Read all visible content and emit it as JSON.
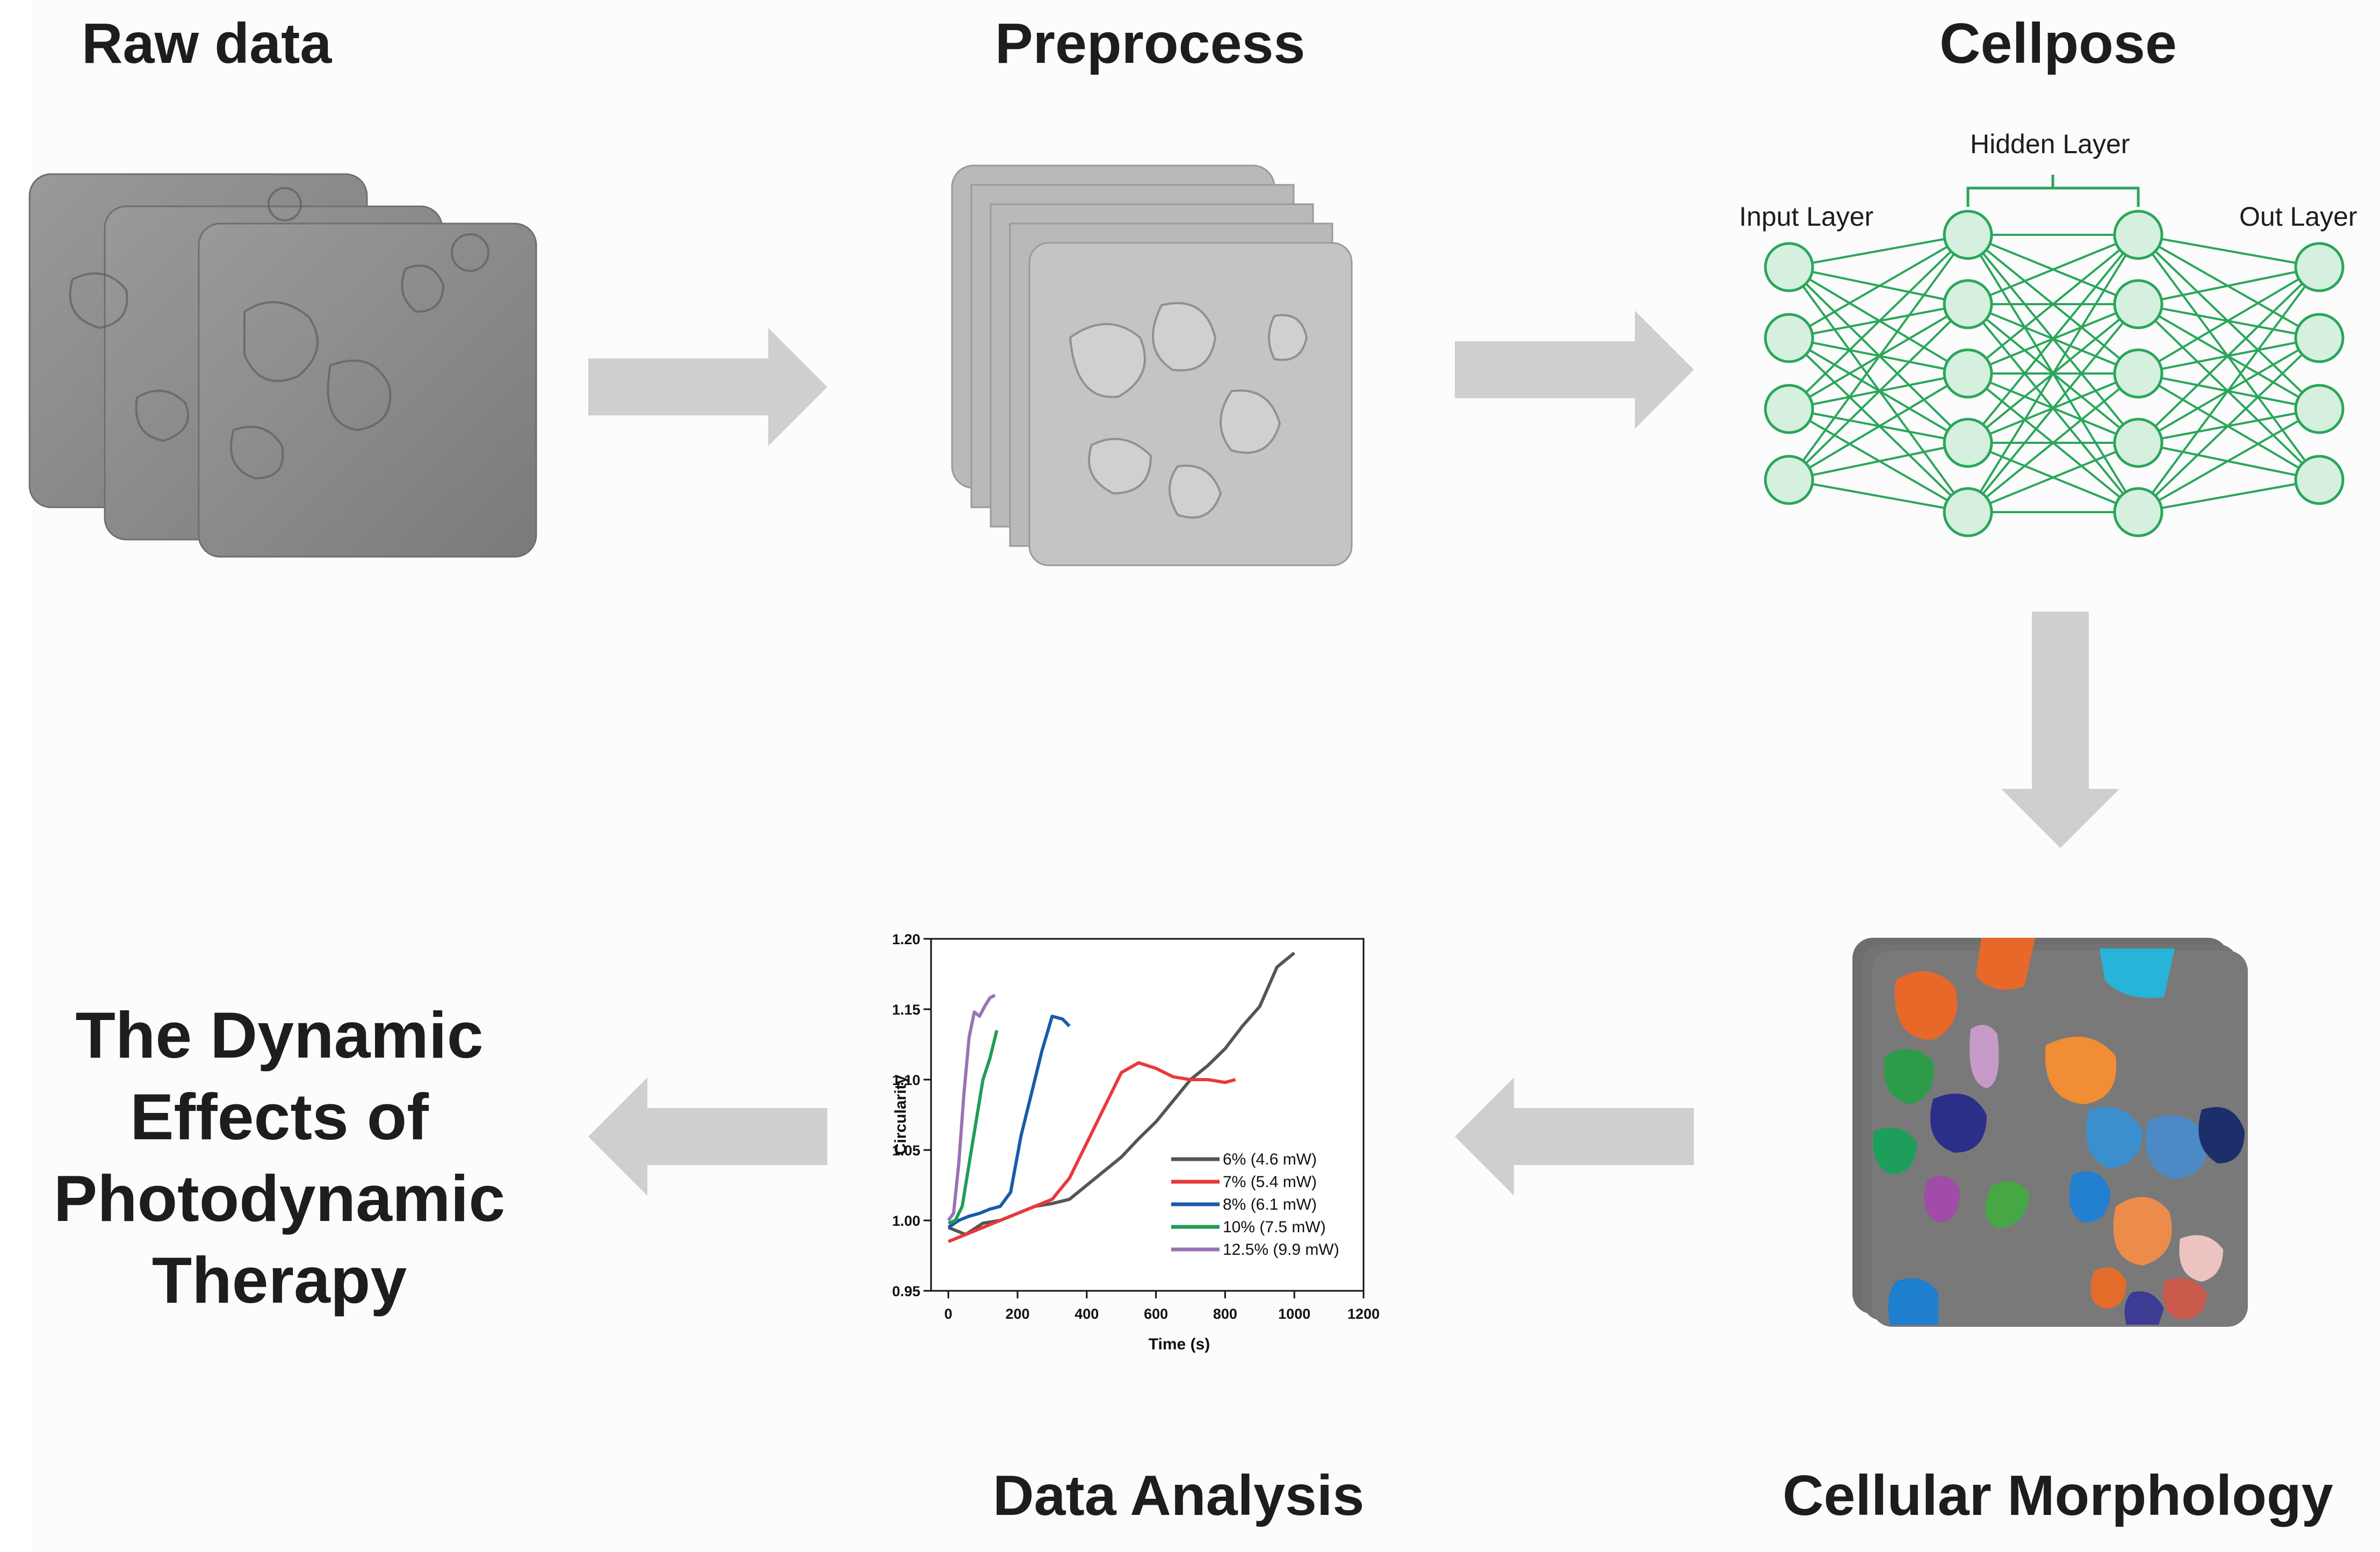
{
  "stages": {
    "raw": "Raw data",
    "preprocess": "Preprocess",
    "cellpose": "Cellpose",
    "morphology": "Cellular Morphology",
    "analysis": "Data Analysis"
  },
  "conclusion": {
    "lines": [
      "The Dynamic",
      "Effects of",
      "Photodynamic",
      "Therapy"
    ]
  },
  "network": {
    "input_label": "Input Layer",
    "hidden_label": "Hidden Layer",
    "output_label": "Out Layer",
    "layer_sizes": [
      4,
      5,
      5,
      4
    ]
  },
  "colors": {
    "arrow": "#cdd0ce",
    "network_line": "#2aa65a",
    "network_node": "#d5f0de",
    "title_text": "#1d1d1b"
  },
  "chart_data": {
    "type": "line",
    "xlabel": "Time (s)",
    "ylabel": "Circularity",
    "xlim": [
      -50,
      1200
    ],
    "ylim": [
      0.95,
      1.2
    ],
    "xticks": [
      0,
      200,
      400,
      600,
      800,
      1000,
      1200
    ],
    "yticks": [
      0.95,
      1.0,
      1.05,
      1.1,
      1.15,
      1.2
    ],
    "tick_labels_x": [
      "0",
      "200",
      "400",
      "600",
      "800",
      "1000",
      "1200"
    ],
    "tick_labels_y": [
      "0.95",
      "1.00",
      "1.05",
      "1.10",
      "1.15",
      "1.20"
    ],
    "legend_position": "lower-right",
    "series": [
      {
        "name": "6% (4.6 mW)",
        "color": "#555555",
        "x": [
          0,
          50,
          100,
          150,
          200,
          250,
          300,
          350,
          400,
          450,
          500,
          550,
          600,
          650,
          700,
          750,
          800,
          850,
          900,
          950,
          1000
        ],
        "y": [
          0.995,
          0.99,
          0.998,
          1.0,
          1.005,
          1.01,
          1.012,
          1.015,
          1.025,
          1.035,
          1.045,
          1.058,
          1.07,
          1.085,
          1.1,
          1.11,
          1.122,
          1.138,
          1.152,
          1.18,
          1.19
        ]
      },
      {
        "name": "7% (5.4 mW)",
        "color": "#e8393a",
        "x": [
          0,
          50,
          100,
          150,
          200,
          250,
          300,
          350,
          400,
          450,
          500,
          550,
          600,
          650,
          700,
          750,
          800,
          830
        ],
        "y": [
          0.985,
          0.99,
          0.995,
          1.0,
          1.005,
          1.01,
          1.015,
          1.03,
          1.055,
          1.08,
          1.105,
          1.112,
          1.108,
          1.102,
          1.1,
          1.1,
          1.098,
          1.1
        ]
      },
      {
        "name": "8% (6.1 mW)",
        "color": "#1a5aa8",
        "x": [
          0,
          30,
          60,
          90,
          120,
          150,
          180,
          210,
          240,
          270,
          300,
          330,
          350
        ],
        "y": [
          0.995,
          1.0,
          1.003,
          1.005,
          1.008,
          1.01,
          1.02,
          1.06,
          1.09,
          1.12,
          1.145,
          1.143,
          1.138
        ]
      },
      {
        "name": "10% (7.5 mW)",
        "color": "#1f9e54",
        "x": [
          0,
          20,
          40,
          60,
          80,
          100,
          120,
          140
        ],
        "y": [
          0.998,
          1.0,
          1.01,
          1.04,
          1.07,
          1.1,
          1.115,
          1.135
        ]
      },
      {
        "name": "12.5% (9.9 mW)",
        "color": "#9b72b6",
        "x": [
          0,
          15,
          30,
          45,
          60,
          75,
          90,
          105,
          120,
          135
        ],
        "y": [
          1.0,
          1.005,
          1.04,
          1.09,
          1.13,
          1.148,
          1.145,
          1.152,
          1.158,
          1.16
        ]
      }
    ]
  }
}
